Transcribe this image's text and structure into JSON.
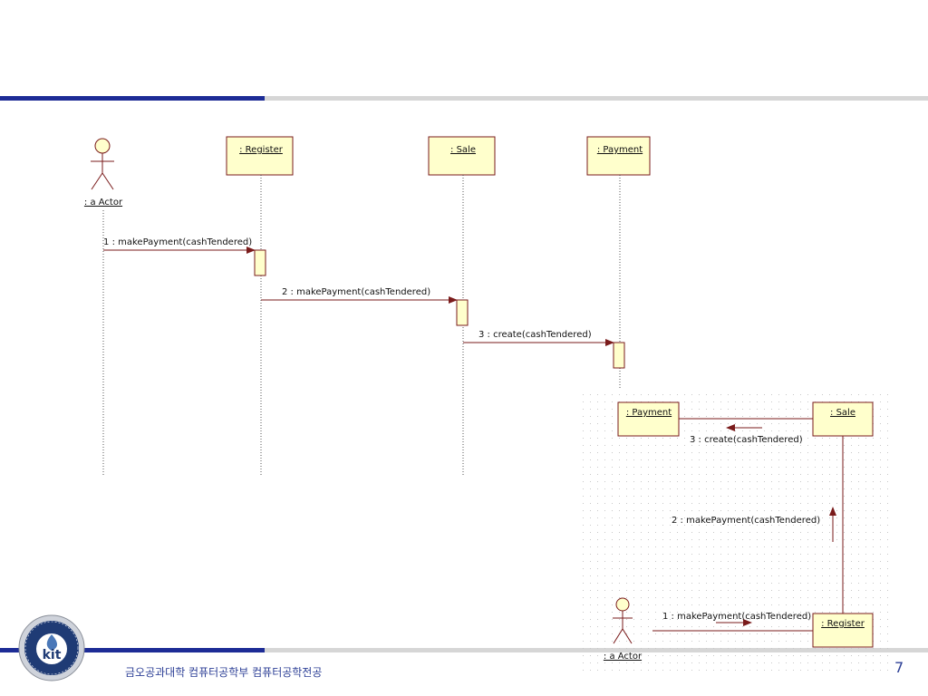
{
  "colors": {
    "header_blue": "#1d2c96",
    "band_gray": "#d6d6d6",
    "box_fill": "#ffffcc",
    "line_dark_red": "#7a1b1b",
    "footer_text": "#2c3f96"
  },
  "sequence_diagram": {
    "actor_label": ": a Actor",
    "objects": [
      ": Register",
      ": Sale",
      ": Payment"
    ],
    "messages": [
      ": makePayment(cashTendered)",
      "2 : makePayment(cashTendered)",
      "3 : create(cashTendered)"
    ],
    "message_prefix": "1"
  },
  "collaboration_diagram": {
    "objects": {
      "payment": ": Payment",
      "sale": ": Sale",
      "register": ": Register",
      "actor": ": a Actor"
    },
    "messages": [
      "3 : create(cashTendered)",
      "2 : makePayment(cashTendered)",
      "1 : makePayment(cashTendered)"
    ]
  },
  "footer": {
    "text": "금오공과대학 컴퓨터공학부 컴퓨터공학전공",
    "page_number": "7",
    "logo_text": "kit"
  }
}
